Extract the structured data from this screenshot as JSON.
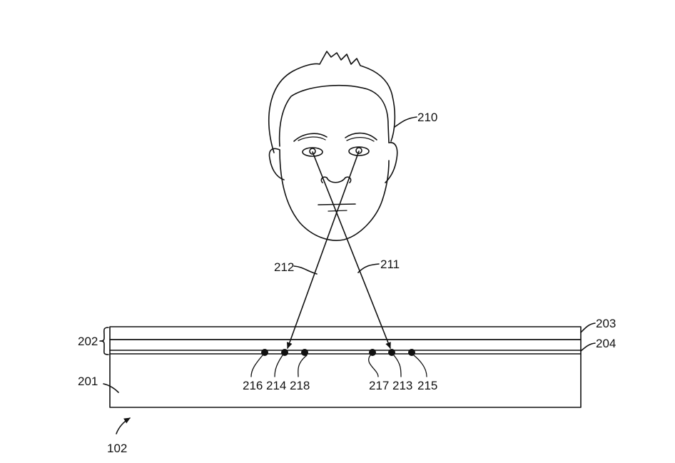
{
  "labels": {
    "face": "210",
    "ray_left": "212",
    "ray_right": "211",
    "stack": "202",
    "layer_top": "203",
    "layer_mid": "204",
    "substrate": "201",
    "device": "102",
    "p216": "216",
    "p214": "214",
    "p218": "218",
    "p217": "217",
    "p213": "213",
    "p215": "215"
  }
}
